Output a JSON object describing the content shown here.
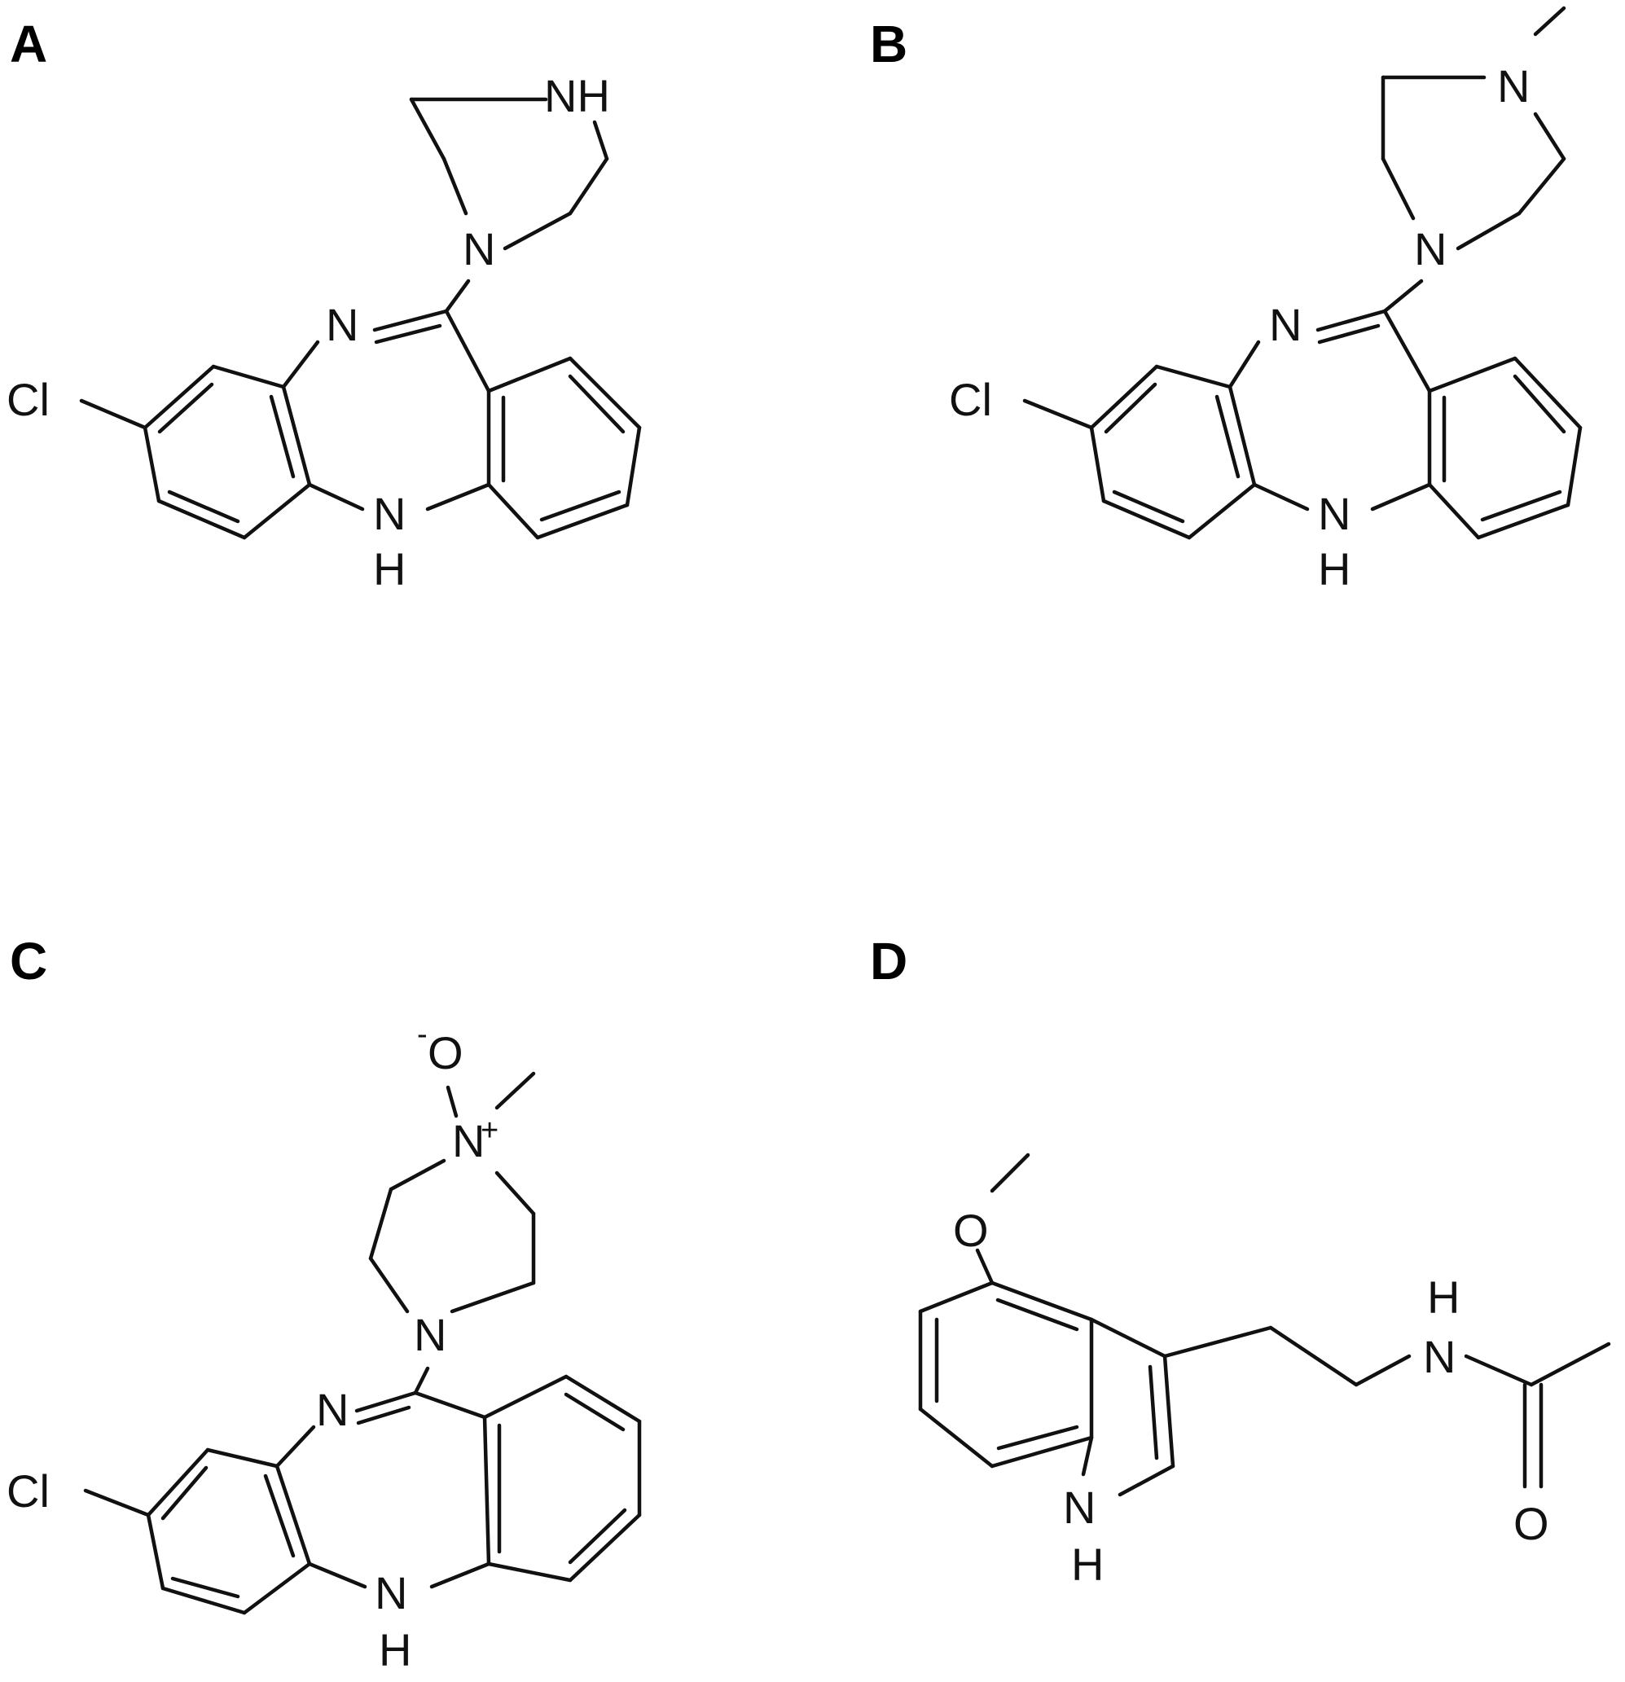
{
  "panels": [
    {
      "label": "A",
      "atoms": {
        "nh_top": "NH",
        "n_pip": "N",
        "n_imine": "N",
        "n_amine": "N",
        "h_amine": "H",
        "cl": "Cl"
      }
    },
    {
      "label": "B",
      "atoms": {
        "n_methyl": "N",
        "n_pip": "N",
        "n_imine": "N",
        "n_amine": "N",
        "h_amine": "H",
        "cl": "Cl"
      }
    },
    {
      "label": "C",
      "atoms": {
        "o_charge": "-",
        "o": "O",
        "n_oxide": "N",
        "n_plus": "+",
        "n_pip": "N",
        "n_imine": "N",
        "n_amine": "N",
        "h_amine": "H",
        "cl": "Cl"
      }
    },
    {
      "label": "D",
      "atoms": {
        "o_methoxy": "O",
        "h_amide": "H",
        "n_amide": "N",
        "o_carbonyl": "O",
        "n_indole": "N",
        "h_indole": "H"
      }
    }
  ]
}
